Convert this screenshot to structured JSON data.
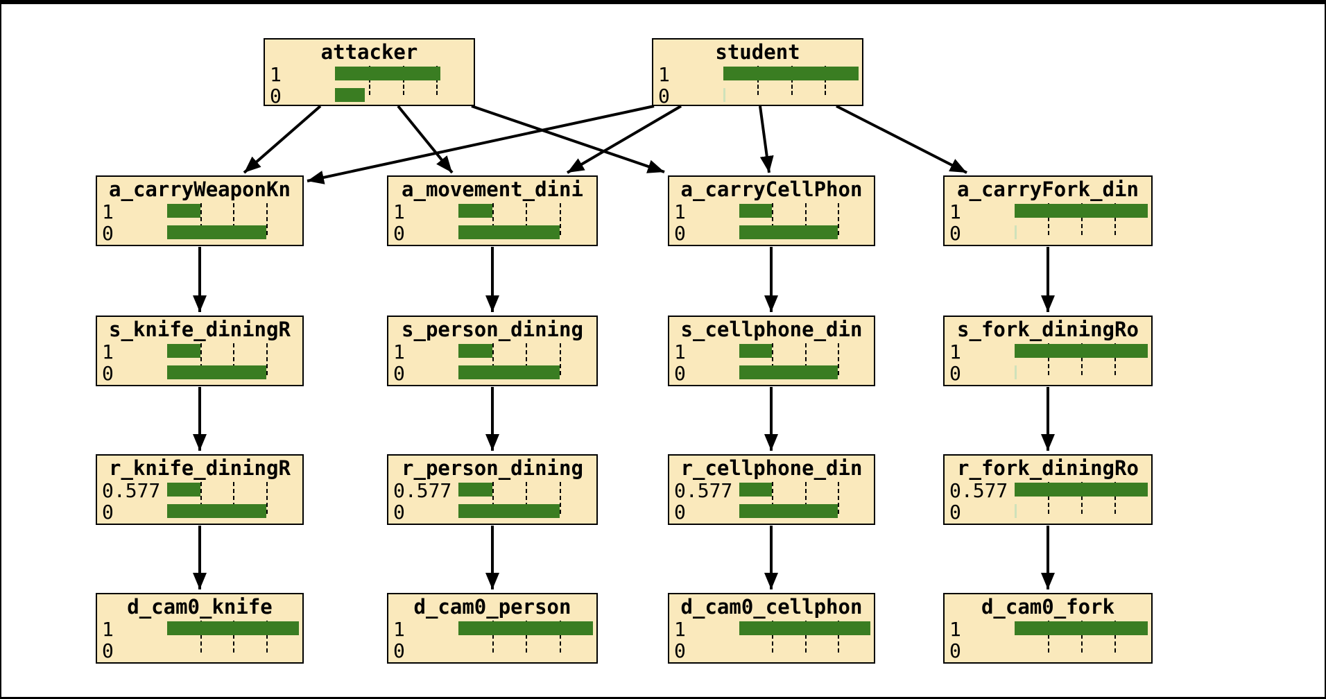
{
  "diagram": {
    "type": "bayesian-network-inference",
    "colors": {
      "node_fill": "#FAE9BC",
      "bar_green": "#3A7D22",
      "near_zero_green": "#CFE2BA",
      "line": "#000000"
    },
    "nodes": {
      "attacker": {
        "title": "attacker",
        "rows": [
          {
            "label": "1",
            "value": 0.78
          },
          {
            "label": "0",
            "value": 0.22
          }
        ]
      },
      "student": {
        "title": "student",
        "rows": [
          {
            "label": "1",
            "value": 1.0
          },
          {
            "label": "0",
            "value": 0.005
          }
        ]
      },
      "a_carryWeaponKn": {
        "title": "a_carryWeaponKn",
        "rows": [
          {
            "label": "1",
            "value": 0.25
          },
          {
            "label": "0",
            "value": 0.75
          }
        ]
      },
      "a_movement_dini": {
        "title": "a_movement_dini",
        "rows": [
          {
            "label": "1",
            "value": 0.25
          },
          {
            "label": "0",
            "value": 0.75
          }
        ]
      },
      "a_carryCellPhon": {
        "title": "a_carryCellPhon",
        "rows": [
          {
            "label": "1",
            "value": 0.25
          },
          {
            "label": "0",
            "value": 0.75
          }
        ]
      },
      "a_carryFork_din": {
        "title": "a_carryFork_din",
        "rows": [
          {
            "label": "1",
            "value": 1.0
          },
          {
            "label": "0",
            "value": 0.005
          }
        ]
      },
      "s_knife_diningR": {
        "title": "s_knife_diningR",
        "rows": [
          {
            "label": "1",
            "value": 0.25
          },
          {
            "label": "0",
            "value": 0.75
          }
        ]
      },
      "s_person_dining": {
        "title": "s_person_dining",
        "rows": [
          {
            "label": "1",
            "value": 0.25
          },
          {
            "label": "0",
            "value": 0.75
          }
        ]
      },
      "s_cellphone_din": {
        "title": "s_cellphone_din",
        "rows": [
          {
            "label": "1",
            "value": 0.25
          },
          {
            "label": "0",
            "value": 0.75
          }
        ]
      },
      "s_fork_diningRo": {
        "title": "s_fork_diningRo",
        "rows": [
          {
            "label": "1",
            "value": 1.0
          },
          {
            "label": "0",
            "value": 0.005
          }
        ]
      },
      "r_knife_diningR": {
        "title": "r_knife_diningR",
        "rows": [
          {
            "label": "0.577",
            "value": 0.25
          },
          {
            "label": "0",
            "value": 0.75
          }
        ]
      },
      "r_person_dining": {
        "title": "r_person_dining",
        "rows": [
          {
            "label": "0.577",
            "value": 0.25
          },
          {
            "label": "0",
            "value": 0.75
          }
        ]
      },
      "r_cellphone_din": {
        "title": "r_cellphone_din",
        "rows": [
          {
            "label": "0.577",
            "value": 0.25
          },
          {
            "label": "0",
            "value": 0.75
          }
        ]
      },
      "r_fork_diningRo": {
        "title": "r_fork_diningRo",
        "rows": [
          {
            "label": "0.577",
            "value": 1.0
          },
          {
            "label": "0",
            "value": 0.005
          }
        ]
      },
      "d_cam0_knife": {
        "title": "d_cam0_knife",
        "rows": [
          {
            "label": "1",
            "value": 1.0
          },
          {
            "label": "0",
            "value": 0
          }
        ]
      },
      "d_cam0_person": {
        "title": "d_cam0_person",
        "rows": [
          {
            "label": "1",
            "value": 1.0
          },
          {
            "label": "0",
            "value": 0
          }
        ]
      },
      "d_cam0_cellphon": {
        "title": "d_cam0_cellphon",
        "rows": [
          {
            "label": "1",
            "value": 1.0
          },
          {
            "label": "0",
            "value": 0
          }
        ]
      },
      "d_cam0_fork": {
        "title": "d_cam0_fork",
        "rows": [
          {
            "label": "1",
            "value": 1.0
          },
          {
            "label": "0",
            "value": 0
          }
        ]
      }
    },
    "edges": [
      {
        "from": "attacker",
        "to": "a_carryWeaponKn"
      },
      {
        "from": "attacker",
        "to": "a_movement_dini"
      },
      {
        "from": "attacker",
        "to": "a_carryCellPhon"
      },
      {
        "from": "student",
        "to": "a_carryWeaponKn"
      },
      {
        "from": "student",
        "to": "a_movement_dini"
      },
      {
        "from": "student",
        "to": "a_carryCellPhon"
      },
      {
        "from": "student",
        "to": "a_carryFork_din"
      },
      {
        "from": "a_carryWeaponKn",
        "to": "s_knife_diningR"
      },
      {
        "from": "a_movement_dini",
        "to": "s_person_dining"
      },
      {
        "from": "a_carryCellPhon",
        "to": "s_cellphone_din"
      },
      {
        "from": "a_carryFork_din",
        "to": "s_fork_diningRo"
      },
      {
        "from": "s_knife_diningR",
        "to": "r_knife_diningR"
      },
      {
        "from": "s_person_dining",
        "to": "r_person_dining"
      },
      {
        "from": "s_cellphone_din",
        "to": "r_cellphone_din"
      },
      {
        "from": "s_fork_diningRo",
        "to": "r_fork_diningRo"
      },
      {
        "from": "r_knife_diningR",
        "to": "d_cam0_knife"
      },
      {
        "from": "r_person_dining",
        "to": "d_cam0_person"
      },
      {
        "from": "r_cellphone_din",
        "to": "d_cam0_cellphon"
      },
      {
        "from": "r_fork_diningRo",
        "to": "d_cam0_fork"
      }
    ]
  }
}
